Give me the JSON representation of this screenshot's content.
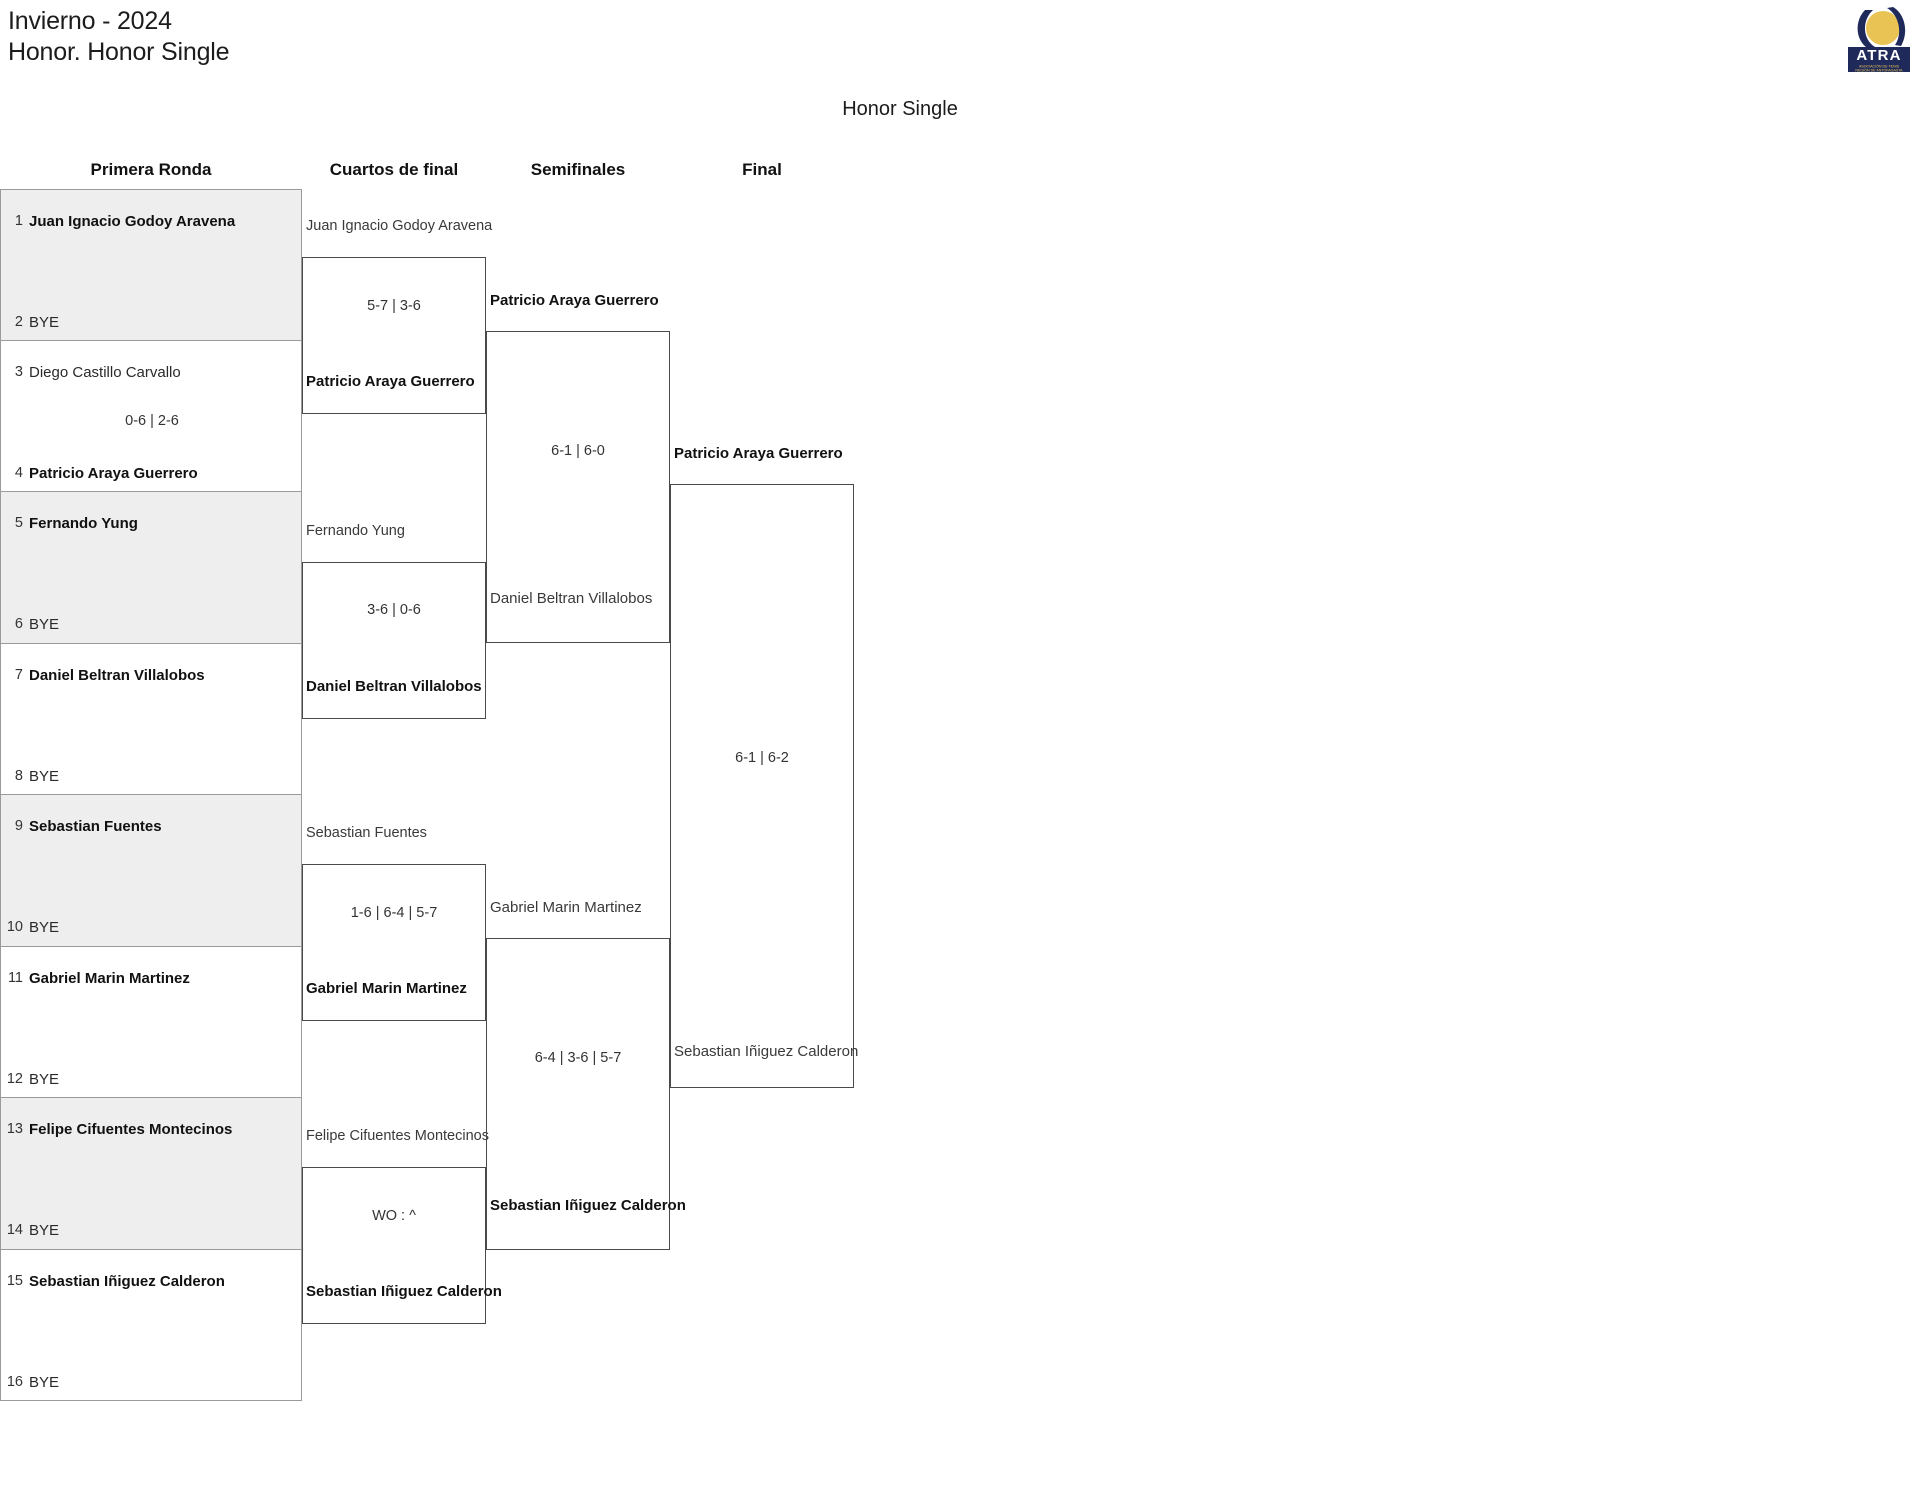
{
  "header": {
    "title_line1": "Invierno - 2024",
    "title_line2": "Honor. Honor Single",
    "bracket_title": "Honor Single",
    "logo": {
      "name": "atra-logo",
      "acronym": "ATRA",
      "subtitle_line1": "ASOCIACIÓN DE TENIS",
      "subtitle_line2": "REGIÓN DE ANTOFAGASTA",
      "navy": "#1f2a5a",
      "ball": "#e9c454"
    }
  },
  "rounds": [
    {
      "label": "Primera Ronda"
    },
    {
      "label": "Cuartos de final"
    },
    {
      "label": "Semifinales"
    },
    {
      "label": "Final"
    }
  ],
  "round1": [
    {
      "shaded": true,
      "top_seed": "1",
      "top_name": "Juan Ignacio Godoy Aravena",
      "top_winner": true,
      "bottom_seed": "2",
      "bottom_name": "BYE",
      "bottom_winner": false,
      "score": ""
    },
    {
      "shaded": false,
      "top_seed": "3",
      "top_name": "Diego Castillo Carvallo",
      "top_winner": false,
      "bottom_seed": "4",
      "bottom_name": "Patricio Araya Guerrero",
      "bottom_winner": true,
      "score": "0-6 | 2-6"
    },
    {
      "shaded": true,
      "top_seed": "5",
      "top_name": "Fernando Yung",
      "top_winner": true,
      "bottom_seed": "6",
      "bottom_name": "BYE",
      "bottom_winner": false,
      "score": ""
    },
    {
      "shaded": false,
      "top_seed": "7",
      "top_name": "Daniel Beltran Villalobos",
      "top_winner": true,
      "bottom_seed": "8",
      "bottom_name": "BYE",
      "bottom_winner": false,
      "score": ""
    },
    {
      "shaded": true,
      "top_seed": "9",
      "top_name": "Sebastian Fuentes",
      "top_winner": true,
      "bottom_seed": "10",
      "bottom_name": "BYE",
      "bottom_winner": false,
      "score": ""
    },
    {
      "shaded": false,
      "top_seed": "11",
      "top_name": "Gabriel Marin Martinez",
      "top_winner": true,
      "bottom_seed": "12",
      "bottom_name": "BYE",
      "bottom_winner": false,
      "score": ""
    },
    {
      "shaded": true,
      "top_seed": "13",
      "top_name": "Felipe Cifuentes Montecinos",
      "top_winner": true,
      "bottom_seed": "14",
      "bottom_name": "BYE",
      "bottom_winner": false,
      "score": ""
    },
    {
      "shaded": false,
      "top_seed": "15",
      "top_name": "Sebastian Iñiguez Calderon",
      "top_winner": true,
      "bottom_seed": "16",
      "bottom_name": "BYE",
      "bottom_winner": false,
      "score": ""
    }
  ],
  "quarterfinals": [
    {
      "loser": "Juan Ignacio Godoy Aravena",
      "score": "5-7 | 3-6",
      "winner": "Patricio Araya Guerrero"
    },
    {
      "loser": "Fernando Yung",
      "score": "3-6 | 0-6",
      "winner": "Daniel Beltran Villalobos"
    },
    {
      "loser": "Sebastian Fuentes",
      "score": "1-6 | 6-4 | 5-7",
      "winner": "Gabriel Marin Martinez"
    },
    {
      "loser": "Felipe Cifuentes Montecinos",
      "score": "WO : ^",
      "winner": "Sebastian Iñiguez Calderon"
    }
  ],
  "semifinals": [
    {
      "advancing": "Patricio Araya Guerrero",
      "score": "6-1 | 6-0",
      "loser": "Daniel Beltran Villalobos"
    },
    {
      "advancing": "Gabriel Marin Martinez",
      "score": "6-4 | 3-6 | 5-7",
      "loser": "Sebastian Iñiguez Calderon"
    }
  ],
  "final": {
    "champion": "Patricio Araya Guerrero",
    "score": "6-1 | 6-2",
    "runner_up": "Sebastian Iñiguez Calderon"
  }
}
